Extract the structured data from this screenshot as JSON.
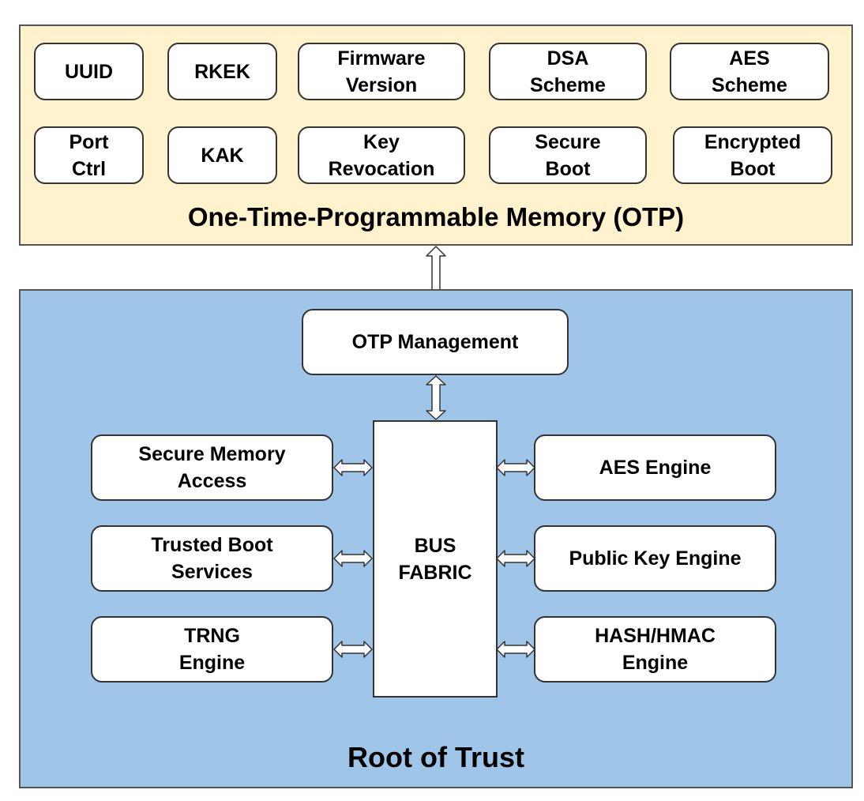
{
  "otp": {
    "title": "One-Time-Programmable Memory (OTP)",
    "fields": [
      {
        "label": "UUID"
      },
      {
        "label": "RKEK"
      },
      {
        "label": "Firmware\nVersion"
      },
      {
        "label": "DSA\nScheme"
      },
      {
        "label": "AES\nScheme"
      },
      {
        "label": "Port\nCtrl"
      },
      {
        "label": "KAK"
      },
      {
        "label": "Key\nRevocation"
      },
      {
        "label": "Secure\nBoot"
      },
      {
        "label": "Encrypted\nBoot"
      }
    ]
  },
  "root_of_trust": {
    "title": "Root of Trust",
    "otp_management": "OTP Management",
    "bus_fabric": "BUS\nFABRIC",
    "left_blocks": [
      {
        "label": "Secure Memory\nAccess"
      },
      {
        "label": "Trusted Boot\nServices"
      },
      {
        "label": "TRNG\nEngine"
      }
    ],
    "right_blocks": [
      {
        "label": "AES Engine"
      },
      {
        "label": "Public Key Engine"
      },
      {
        "label": "HASH/HMAC\nEngine"
      }
    ]
  },
  "colors": {
    "otp_background": "#fff2cc",
    "root_of_trust_background": "#9fc5e8",
    "box_fill": "#ffffff",
    "border": "#333333"
  }
}
